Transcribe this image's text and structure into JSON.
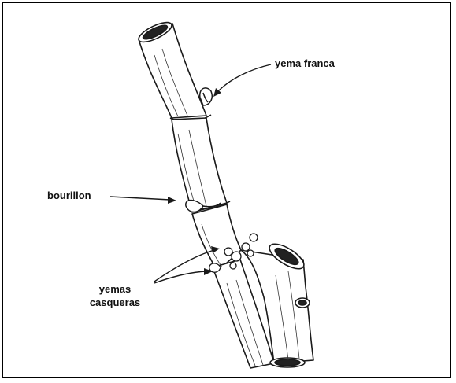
{
  "labels": {
    "yema_franca": "yema franca",
    "bourillon": "bourillon",
    "yemas_line1": "yemas",
    "yemas_line2": "casqueras"
  },
  "colors": {
    "ink": "#1a1a1a",
    "background": "#ffffff"
  }
}
